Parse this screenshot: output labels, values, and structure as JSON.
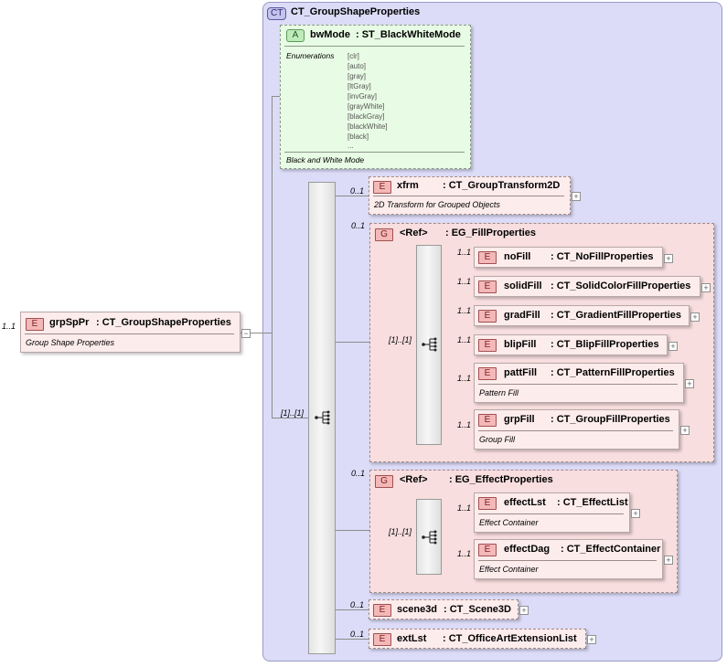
{
  "complex_type": {
    "badge": "CT",
    "name": "CT_GroupShapeProperties"
  },
  "root": {
    "cardinality": "1..1",
    "badge": "E",
    "name": "grpSpPr",
    "type": ": CT_GroupShapeProperties",
    "doc": "Group Shape Properties",
    "expander": "−"
  },
  "attribute": {
    "badge": "A",
    "name": "bwMode",
    "type": ": ST_BlackWhiteMode",
    "enum_label": "Enumerations",
    "enums": [
      "[clr]",
      "[auto]",
      "[gray]",
      "[ltGray]",
      "[invGray]",
      "[grayWhite]",
      "[blackGray]",
      "[blackWhite]",
      "[black]",
      "..."
    ],
    "doc": "Black and White Mode"
  },
  "main_sequence": {
    "cardinality": "[1]..[1]"
  },
  "xfrm": {
    "cardinality": "0..1",
    "badge": "E",
    "name": "xfrm",
    "type": ": CT_GroupTransform2D",
    "doc": "2D Transform for Grouped Objects",
    "expander": "+"
  },
  "fill_group": {
    "cardinality": "0..1",
    "badge": "G",
    "ref": "<Ref>",
    "name": ": EG_FillProperties",
    "choice_cardinality": "[1]..[1]",
    "items": [
      {
        "cardinality": "1..1",
        "badge": "E",
        "name": "noFill",
        "type": ": CT_NoFillProperties",
        "doc": "",
        "expander": "+"
      },
      {
        "cardinality": "1..1",
        "badge": "E",
        "name": "solidFill",
        "type": ": CT_SolidColorFillProperties",
        "doc": "",
        "expander": "+"
      },
      {
        "cardinality": "1..1",
        "badge": "E",
        "name": "gradFill",
        "type": ": CT_GradientFillProperties",
        "doc": "",
        "expander": "+"
      },
      {
        "cardinality": "1..1",
        "badge": "E",
        "name": "blipFill",
        "type": ": CT_BlipFillProperties",
        "doc": "",
        "expander": "+"
      },
      {
        "cardinality": "1..1",
        "badge": "E",
        "name": "pattFill",
        "type": ": CT_PatternFillProperties",
        "doc": "Pattern Fill",
        "expander": "+"
      },
      {
        "cardinality": "1..1",
        "badge": "E",
        "name": "grpFill",
        "type": ": CT_GroupFillProperties",
        "doc": "Group Fill",
        "expander": "+"
      }
    ]
  },
  "effect_group": {
    "cardinality": "0..1",
    "badge": "G",
    "ref": "<Ref>",
    "name": ": EG_EffectProperties",
    "choice_cardinality": "[1]..[1]",
    "items": [
      {
        "cardinality": "1..1",
        "badge": "E",
        "name": "effectLst",
        "type": ": CT_EffectList",
        "doc": "Effect Container",
        "expander": "+"
      },
      {
        "cardinality": "1..1",
        "badge": "E",
        "name": "effectDag",
        "type": ": CT_EffectContainer",
        "doc": "Effect Container",
        "expander": "+"
      }
    ]
  },
  "scene3d": {
    "cardinality": "0..1",
    "badge": "E",
    "name": "scene3d",
    "type": ": CT_Scene3D",
    "doc": "",
    "expander": "+"
  },
  "extLst": {
    "cardinality": "0..1",
    "badge": "E",
    "name": "extLst",
    "type": ": CT_OfficeArtExtensionList",
    "doc": "",
    "expander": "+"
  }
}
